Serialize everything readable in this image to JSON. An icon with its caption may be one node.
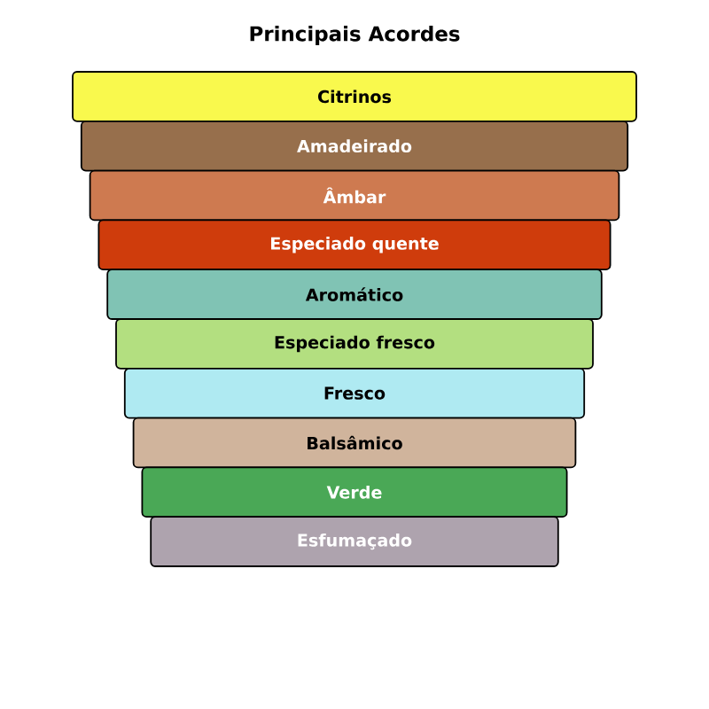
{
  "diagram": {
    "title": "Principais Acordes",
    "nodes": [
      {
        "text": [
          "Citrinos"
        ]
      },
      {
        "text": [
          "Amadeirado"
        ]
      },
      {
        "text": [
          "Âmbar"
        ]
      },
      {
        "text": [
          "Especiado quente"
        ]
      },
      {
        "text": [
          "Aromático"
        ]
      },
      {
        "text": [
          "Especiado fresco"
        ]
      },
      {
        "text": [
          "Fresco"
        ]
      },
      {
        "text": [
          "Balsâmico"
        ]
      },
      {
        "text": [
          "Verde"
        ]
      },
      {
        "text": [
          "Esfumaçado"
        ]
      }
    ]
  }
}
